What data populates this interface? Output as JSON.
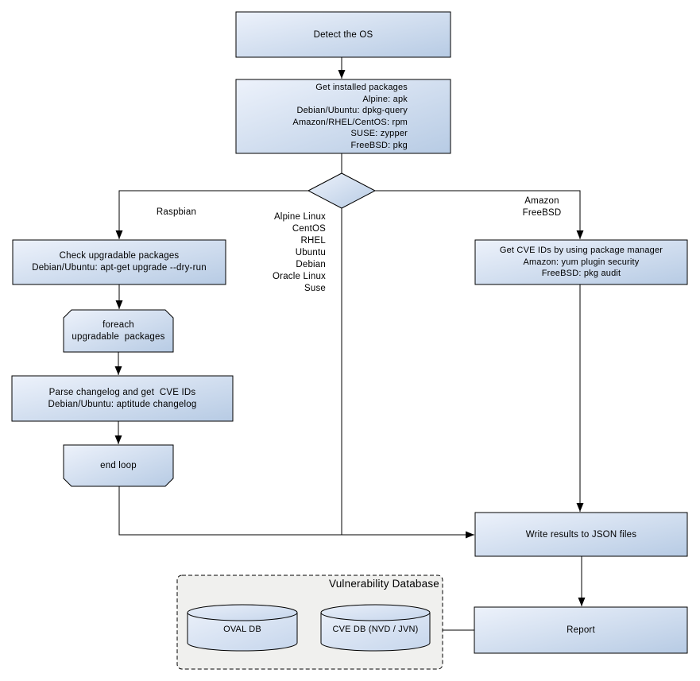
{
  "colors": {
    "node_light": "#edf2fb",
    "node_dark": "#b7cbe4",
    "cyl_light": "#e9eff9",
    "cyl_dark": "#c6d6ec",
    "container_bg": "#f0f0ee",
    "line": "#000000"
  },
  "nodes": {
    "detect_os": {
      "label": "Detect the OS"
    },
    "get_installed_packages": {
      "lines": [
        "Get installed packages",
        "Alpine: apk",
        "Debian/Ubuntu: dpkg-query",
        "Amazon/RHEL/CentOS: rpm",
        "SUSE: zypper",
        "FreeBSD: pkg"
      ]
    },
    "check_upgradable": {
      "lines": [
        "Check upgradable packages",
        "Debian/Ubuntu: apt-get upgrade --dry-run"
      ]
    },
    "foreach_loop": {
      "lines": [
        "foreach",
        "upgradable  packages"
      ]
    },
    "parse_changelog": {
      "lines": [
        "Parse changelog and get  CVE IDs",
        "Debian/Ubuntu: aptitude changelog"
      ]
    },
    "end_loop": {
      "label": "end loop"
    },
    "get_cve_ids": {
      "lines": [
        "Get CVE IDs by using package manager",
        "Amazon: yum plugin security",
        "FreeBSD: pkg audit"
      ]
    },
    "write_results": {
      "label": "Write results to JSON files"
    },
    "report": {
      "label": "Report"
    },
    "vulnerability_database": {
      "label": "Vulnerability Database"
    },
    "oval_db": {
      "label": "OVAL DB"
    },
    "cve_db": {
      "label": "CVE DB (NVD / JVN)"
    }
  },
  "edge_labels": {
    "left_branch": "Raspbian",
    "middle_branch": [
      "Alpine Linux",
      "CentOS",
      "RHEL",
      "Ubuntu",
      "Debian",
      "Oracle Linux",
      "Suse"
    ],
    "right_branch": [
      "Amazon",
      "FreeBSD"
    ]
  }
}
